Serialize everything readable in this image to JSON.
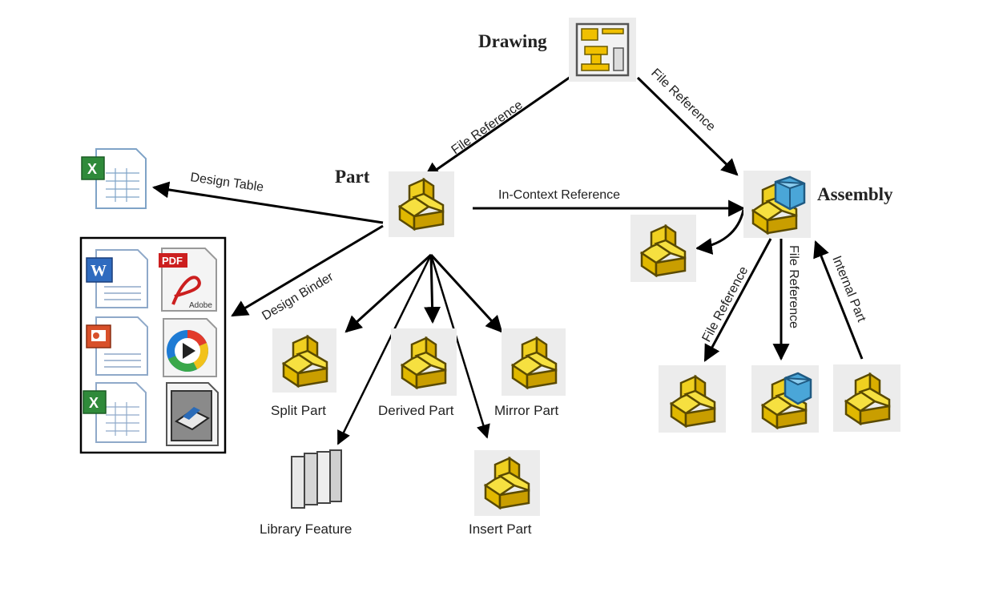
{
  "nodes": {
    "drawing": "Drawing",
    "part": "Part",
    "assembly": "Assembly"
  },
  "edges": {
    "drawing_to_part": "File Reference",
    "drawing_to_assembly": "File Reference",
    "part_to_assembly": "In-Context Reference",
    "part_to_design_table": "Design Table",
    "part_to_design_binder": "Design Binder",
    "assembly_out_1": "File Reference",
    "assembly_out_2": "File Reference",
    "assembly_in": "Internal Part"
  },
  "derived": {
    "split": "Split Part",
    "derived": "Derived Part",
    "mirror": "Mirror Part",
    "library": "Library Feature",
    "insert": "Insert Part"
  },
  "binder_docs": {
    "pdf_badge": "PDF",
    "adobe_badge": "Adobe"
  },
  "icons": {
    "drawing": "drawing-sheet-icon",
    "part": "part-block-icon",
    "assembly": "assembly-icon",
    "spreadsheet": "excel-spreadsheet-icon",
    "word": "word-document-icon",
    "pdf": "pdf-document-icon",
    "powerpoint": "powerpoint-document-icon",
    "media": "media-player-icon",
    "scanner": "scanner-document-icon",
    "library": "library-feature-icon"
  },
  "colors": {
    "part_fill": "#f0d020",
    "part_stroke": "#6b5a00",
    "assembly_blue": "#4aa6d8",
    "icon_bg": "#ececec"
  }
}
